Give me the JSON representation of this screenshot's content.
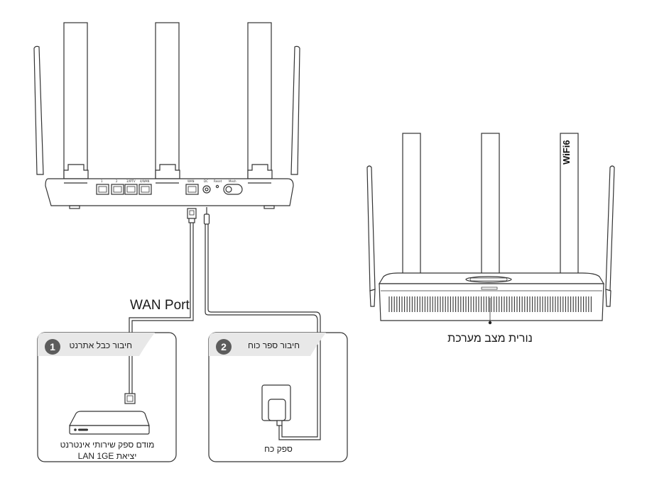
{
  "labels": {
    "wan_port": "WAN Port",
    "status_led": "נורית מצב מערכת",
    "wifi_badge": "WiFi6"
  },
  "step1": {
    "number": "1",
    "title": "חיבור כבל אתרנט",
    "device_line1": "מודם ספק שירותי אינטרנט",
    "device_line2": "יציאת LAN 1GE"
  },
  "step2": {
    "number": "2",
    "title": "חיבור ספר כוח",
    "device_label": "ספק כח"
  },
  "router_ports": [
    "1",
    "2",
    "3/IPTV",
    "4/WAN",
    "WAN",
    "DC",
    "Reset",
    "Mesh"
  ]
}
